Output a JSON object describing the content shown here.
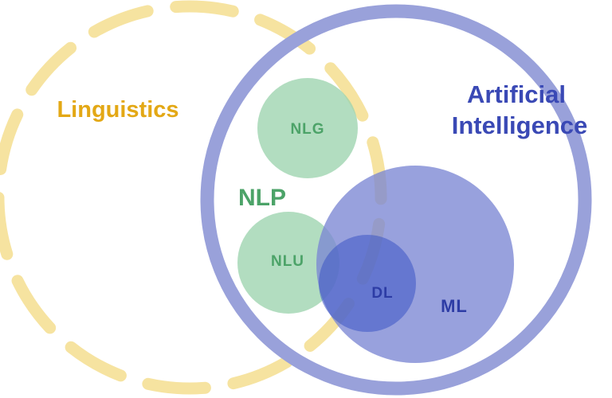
{
  "diagram": {
    "type": "venn",
    "background": "#ffffff",
    "labels": {
      "linguistics": "Linguistics",
      "ai_line1": "Artificial",
      "ai_line2": "Intelligence",
      "nlp": "NLP",
      "nlg": "NLG",
      "nlu": "NLU",
      "dl": "DL",
      "ml": "ML"
    },
    "colors": {
      "background": "#ffffff",
      "yellow": "#F6E3A0",
      "yellow_text": "#E3A815",
      "blue_ring": "#99A1DA",
      "blue_text": "#3A49B5",
      "green_fill": "#9FD4B0",
      "green_text": "#4CA368",
      "ml_fill": "#7B86D3",
      "dl_fill": "#3C55C5",
      "navy_text": "#2D3CA5"
    },
    "relationships": [
      "Linguistics (dashed circle) overlaps Artificial Intelligence (solid ring)",
      "NLP contains NLG and NLU, sits in the Linguistics/AI overlap",
      "ML is inside Artificial Intelligence",
      "DL is inside ML and overlaps NLU"
    ]
  }
}
